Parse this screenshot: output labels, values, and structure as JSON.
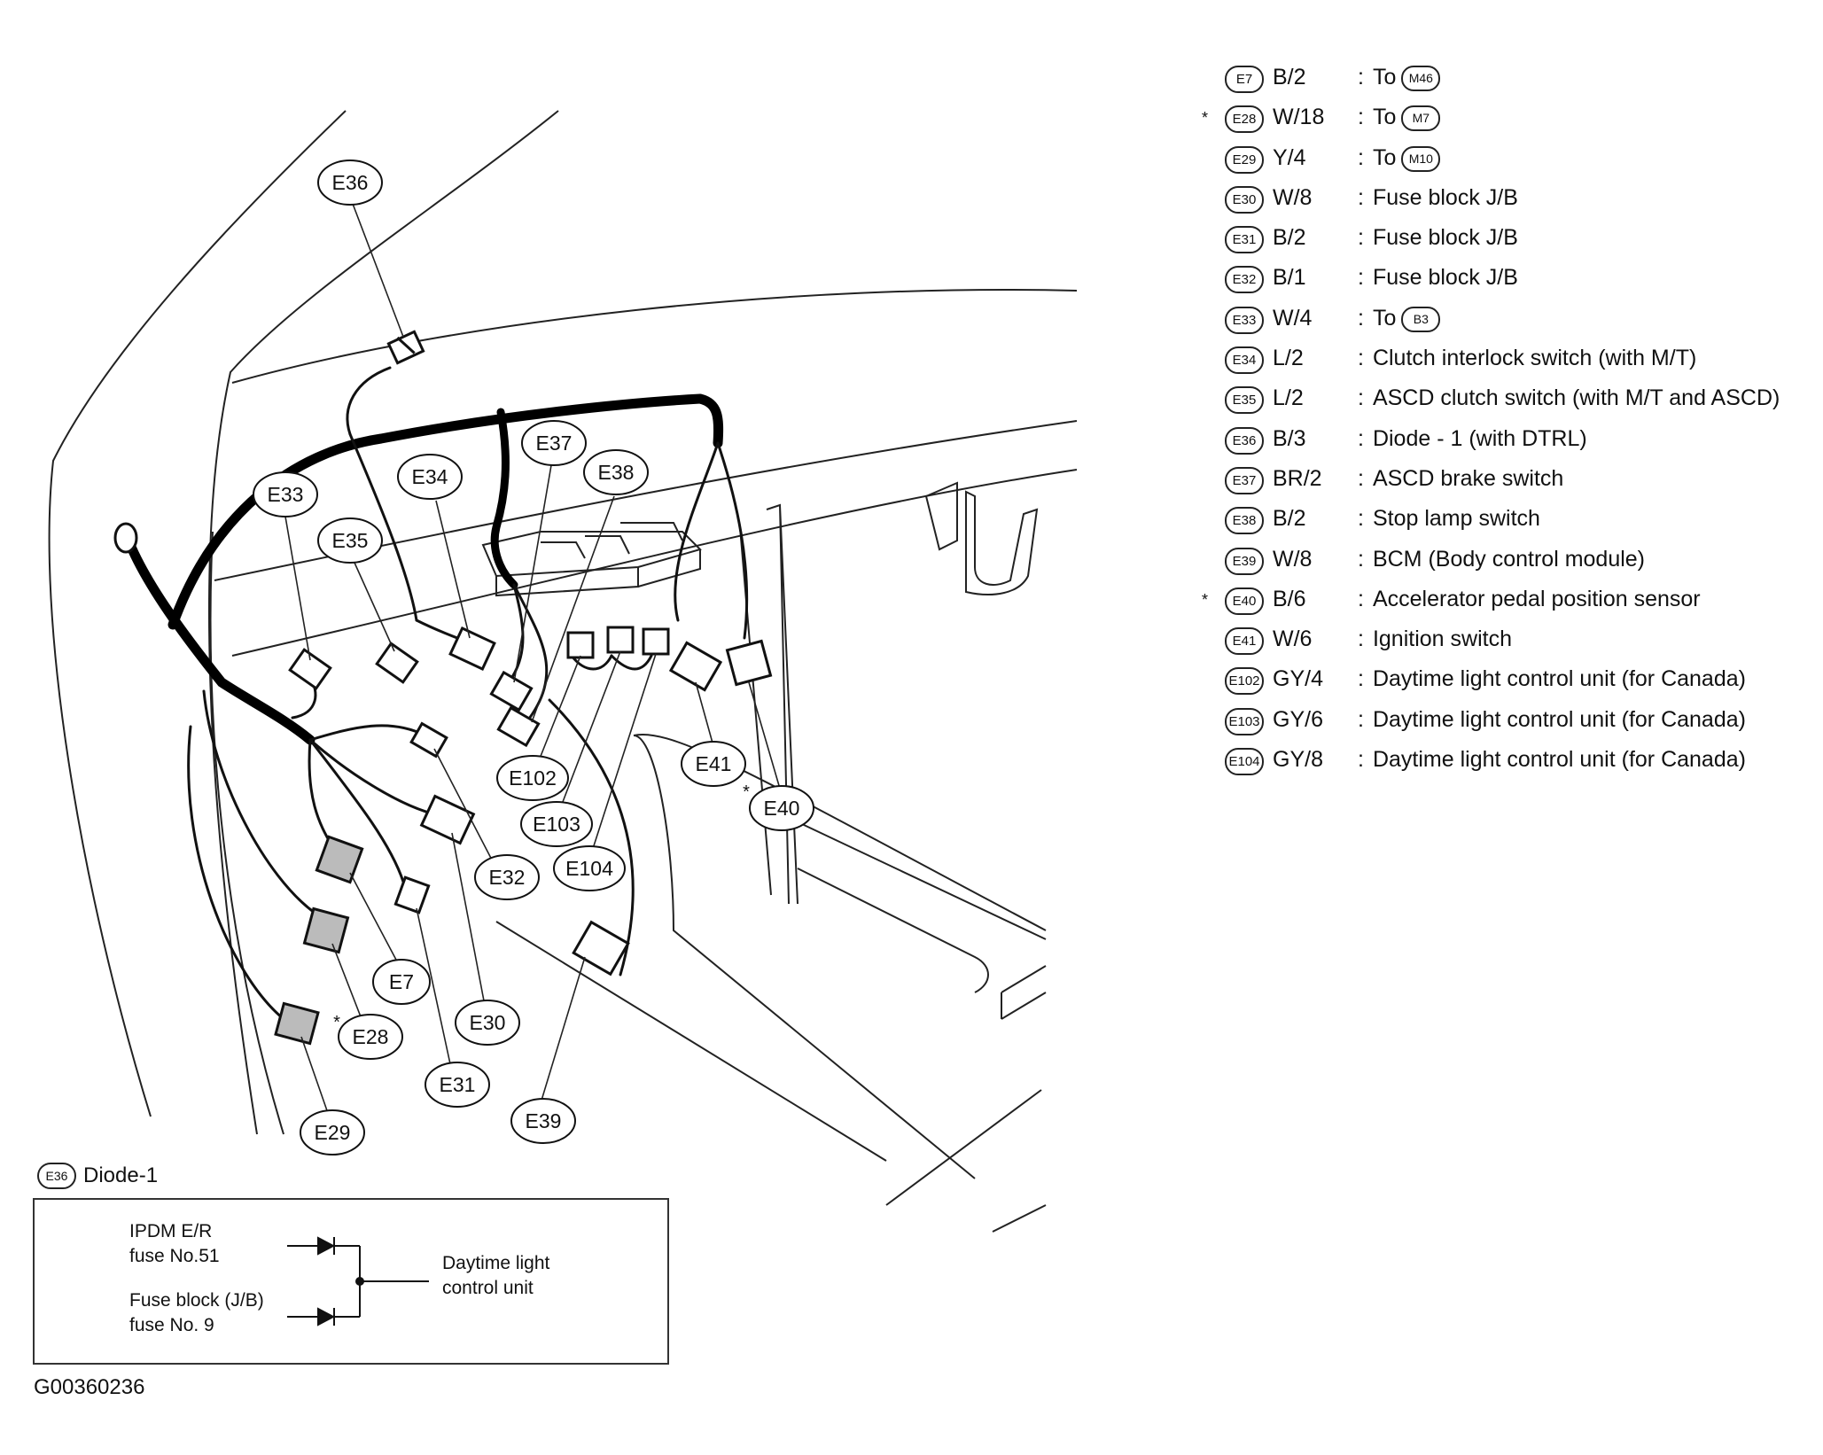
{
  "connectors": {
    "E36": "E36",
    "E33": "E33",
    "E34": "E34",
    "E35": "E35",
    "E37": "E37",
    "E38": "E38",
    "E102": "E102",
    "E103": "E103",
    "E104": "E104",
    "E41": "E41",
    "E40": "E40",
    "E32": "E32",
    "E7": "E7",
    "E30": "E30",
    "E28": "E28",
    "E31": "E31",
    "E29": "E29",
    "E39": "E39"
  },
  "star": "*",
  "legend": [
    {
      "connector": "E7",
      "wire": "B/2",
      "desc": "To",
      "to": "M46",
      "star": ""
    },
    {
      "connector": "E28",
      "wire": "W/18",
      "desc": "To",
      "to": "M7",
      "star": "*"
    },
    {
      "connector": "E29",
      "wire": "Y/4",
      "desc": "To",
      "to": "M10",
      "star": ""
    },
    {
      "connector": "E30",
      "wire": "W/8",
      "desc": "Fuse block J/B",
      "to": "",
      "star": ""
    },
    {
      "connector": "E31",
      "wire": "B/2",
      "desc": "Fuse block J/B",
      "to": "",
      "star": ""
    },
    {
      "connector": "E32",
      "wire": "B/1",
      "desc": "Fuse block J/B",
      "to": "",
      "star": ""
    },
    {
      "connector": "E33",
      "wire": "W/4",
      "desc": "To",
      "to": "B3",
      "star": ""
    },
    {
      "connector": "E34",
      "wire": "L/2",
      "desc": "Clutch interlock switch (with M/T)",
      "to": "",
      "star": ""
    },
    {
      "connector": "E35",
      "wire": "L/2",
      "desc": "ASCD clutch switch (with M/T and ASCD)",
      "to": "",
      "star": ""
    },
    {
      "connector": "E36",
      "wire": "B/3",
      "desc": "Diode - 1 (with DTRL)",
      "to": "",
      "star": ""
    },
    {
      "connector": "E37",
      "wire": "BR/2",
      "desc": "ASCD brake switch",
      "to": "",
      "star": ""
    },
    {
      "connector": "E38",
      "wire": "B/2",
      "desc": "Stop lamp switch",
      "to": "",
      "star": ""
    },
    {
      "connector": "E39",
      "wire": "W/8",
      "desc": "BCM (Body control module)",
      "to": "",
      "star": ""
    },
    {
      "connector": "E40",
      "wire": "B/6",
      "desc": "Accelerator pedal position sensor",
      "to": "",
      "star": "*"
    },
    {
      "connector": "E41",
      "wire": "W/6",
      "desc": "Ignition switch",
      "to": "",
      "star": ""
    },
    {
      "connector": "E102",
      "wire": "GY/4",
      "desc": "Daytime light control unit (for Canada)",
      "to": "",
      "star": ""
    },
    {
      "connector": "E103",
      "wire": "GY/6",
      "desc": "Daytime light control unit (for Canada)",
      "to": "",
      "star": ""
    },
    {
      "connector": "E104",
      "wire": "GY/8",
      "desc": "Daytime light control unit (for Canada)",
      "to": "",
      "star": ""
    }
  ],
  "legend_sep": ":",
  "diode": {
    "badge": "E36",
    "title": "Diode-1",
    "input1_line1": "IPDM E/R",
    "input1_line2": "fuse No.51",
    "input2_line1": "Fuse block (J/B)",
    "input2_line2": "fuse No. 9",
    "output_line1": "Daytime light",
    "output_line2": "control unit"
  },
  "figure_id": "G00360236"
}
